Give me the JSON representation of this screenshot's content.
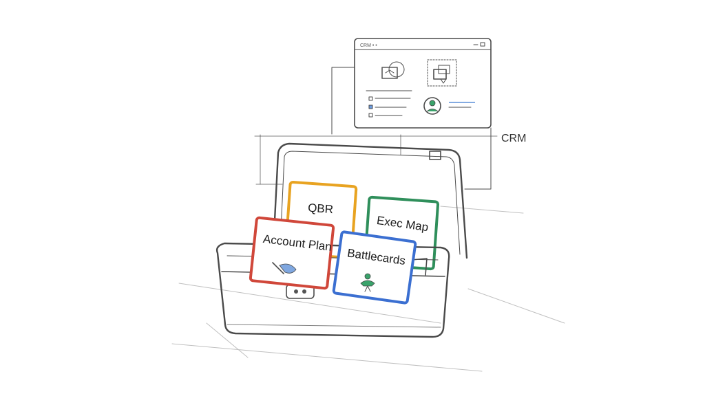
{
  "crm_window": {
    "title": "CRM • •",
    "label": "CRM"
  },
  "cards": [
    {
      "label": "QBR",
      "color": "#e8a321"
    },
    {
      "label": "Exec Map",
      "color": "#2f8f5b"
    },
    {
      "label": "Account Plan",
      "color": "#d0473a"
    },
    {
      "label": "Battlecards",
      "color": "#3b6fd1"
    }
  ],
  "colors": {
    "ink": "#4a4a4a",
    "accent_blue": "#5b8fd9",
    "accent_green": "#3aa36b"
  }
}
